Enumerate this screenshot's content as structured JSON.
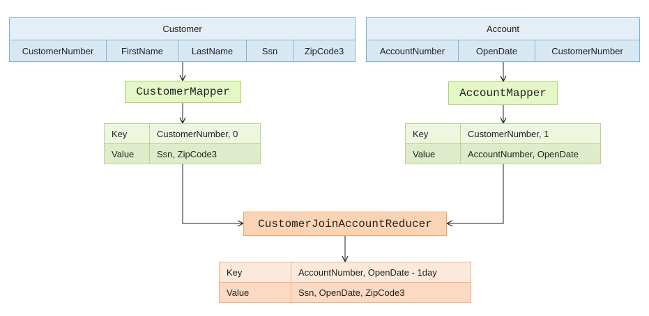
{
  "customer": {
    "title": "Customer",
    "columns": [
      "CustomerNumber",
      "FirstName",
      "LastName",
      "Ssn",
      "ZipCode3"
    ]
  },
  "account": {
    "title": "Account",
    "columns": [
      "AccountNumber",
      "OpenDate",
      "CustomerNumber"
    ]
  },
  "customer_mapper": {
    "label": "CustomerMapper"
  },
  "account_mapper": {
    "label": "AccountMapper"
  },
  "customer_kv": {
    "key_label": "Key",
    "key_value": "CustomerNumber,  0",
    "value_label": "Value",
    "value_value": "Ssn, ZipCode3"
  },
  "account_kv": {
    "key_label": "Key",
    "key_value": "CustomerNumber,  1",
    "value_label": "Value",
    "value_value": "AccountNumber,  OpenDate"
  },
  "reducer": {
    "label": "CustomerJoinAccountReducer"
  },
  "output_kv": {
    "key_label": "Key",
    "key_value": "AccountNumber,  OpenDate - 1day",
    "value_label": "Value",
    "value_value": "Ssn, OpenDate, ZipCode3"
  },
  "colors": {
    "table_border": "#7fb3d5",
    "mapper_fill": "#e5f7c6",
    "reducer_fill": "#fbd3b5"
  }
}
